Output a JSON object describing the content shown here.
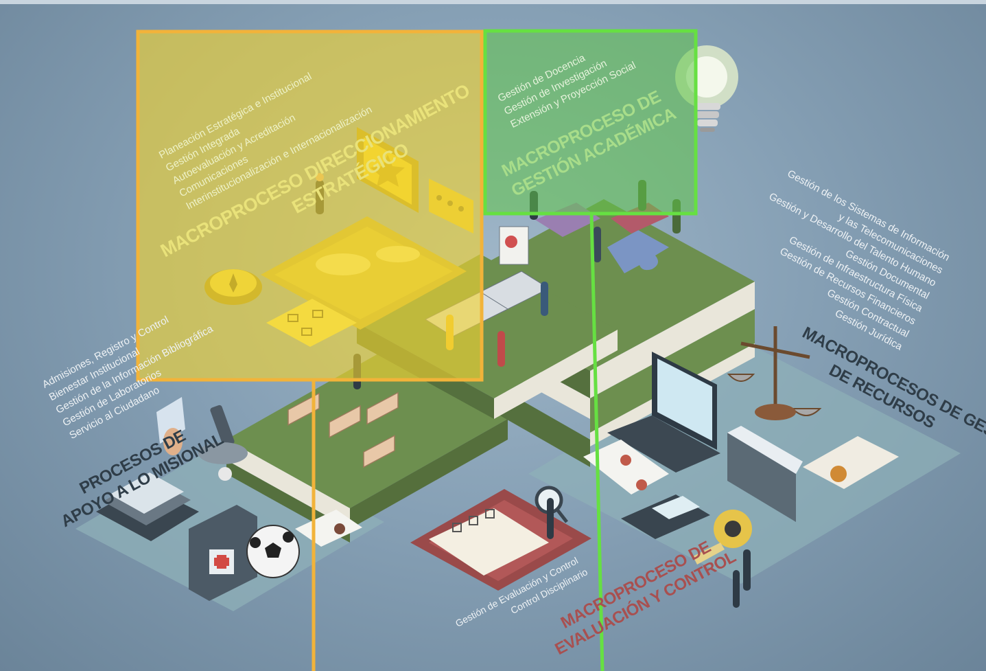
{
  "colors": {
    "background": "#86a0b5",
    "yellow_overlay": "#f2d431",
    "yellow_border": "#f2b33a",
    "green_overlay": "#63c64a",
    "green_border": "#66e042",
    "book_green": "#6d8f4f",
    "eval_red": "#9a4a4a",
    "text_light": "#eef2f5"
  },
  "icons": [
    "compass-icon",
    "star-frame-icon",
    "speech-bubble-icon",
    "world-map-icon",
    "light-bulb-icon",
    "puzzle-icon",
    "scales-icon",
    "laptop-icon",
    "calculator-icon",
    "tape-measure-icon",
    "microscope-icon",
    "tablet-icon",
    "first-aid-kit-icon",
    "soccer-ball-icon",
    "clipboard-icon",
    "magnifier-icon",
    "certificate-icon"
  ],
  "strategic": {
    "title_line1": "MACROPROCESO DIRECCIONAMIENTO",
    "title_line2": "ESTRATÉGICO",
    "processes": [
      "Planeación Estratégica e Institucional",
      "Gestión Integrada",
      "Autoevaluación y Acreditación",
      "Comunicaciones",
      "Interinstitucionalización e Internacionalización"
    ]
  },
  "academic": {
    "title_line1": "MACROPROCESO DE",
    "title_line2": "GESTIÓN ACADÉMICA",
    "processes": [
      "Gestión de Docencia",
      "Gestión de Investigación",
      "Extensión y Proyección Social"
    ]
  },
  "resources": {
    "title_line1": "MACROPROCESOS DE GESTIÓN",
    "title_line2": "DE RECURSOS",
    "processes": [
      "Gestión de los Sistemas de Información",
      "y las Telecomunicaciones",
      "Gestión y Desarrollo del Talento Humano",
      "Gestión Documental",
      "Gestión de Infraestructura Física",
      "Gestión de Recursos Financieros",
      "Gestión Contractual",
      "Gestión Jurídica"
    ]
  },
  "support": {
    "title_line1": "PROCESOS DE",
    "title_line2": "APOYO A LO MISIONAL",
    "processes": [
      "Admisiones, Registro y Control",
      "Bienestar Institucional",
      "Gestión de la Información Bibliográfica",
      "Gestión de Laboratorios",
      "Servicio al Ciudadano"
    ]
  },
  "evaluation": {
    "title_line1": "MACROPROCESO DE",
    "title_line2": "EVALUACIÓN Y CONTROL",
    "processes": [
      "Gestión de Evaluación y Control",
      "Control Disciplinario"
    ]
  }
}
